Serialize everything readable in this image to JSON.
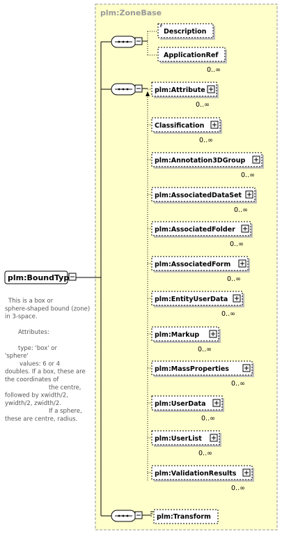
{
  "root": {
    "label": "plm:BoundType"
  },
  "group": {
    "title": "plm:ZoneBase"
  },
  "sequence1": {
    "items": [
      {
        "label": "Description",
        "occurrence": ""
      },
      {
        "label": "ApplicationRef",
        "occurrence": "0..∞"
      }
    ]
  },
  "sequence2": {
    "items": [
      {
        "label": "plm:Attribute",
        "occurrence": "0..∞"
      },
      {
        "label": "Classification",
        "occurrence": "0..∞"
      },
      {
        "label": "plm:Annotation3DGroup",
        "occurrence": "0..∞"
      },
      {
        "label": "plm:AssociatedDataSet",
        "occurrence": "0..∞"
      },
      {
        "label": "plm:AssociatedFolder",
        "occurrence": "0..∞"
      },
      {
        "label": "plm:AssociatedForm",
        "occurrence": "0..∞"
      },
      {
        "label": "plm:EntityUserData",
        "occurrence": "0..∞"
      },
      {
        "label": "plm:Markup",
        "occurrence": "0..∞"
      },
      {
        "label": "plm:MassProperties",
        "occurrence": "0..∞"
      },
      {
        "label": "plm:UserData",
        "occurrence": "0..∞"
      },
      {
        "label": "plm:UserList",
        "occurrence": "0..∞"
      },
      {
        "label": "plm:ValidationResults",
        "occurrence": "0..∞"
      }
    ]
  },
  "transform": {
    "label": "plm:Transform"
  },
  "annotation": {
    "lines": [
      "This is a box or",
      "sphere-shaped bound (zone)",
      "in 3-space.",
      "",
      "Attributes:",
      "",
      "type:          'box' or",
      "'sphere'",
      "values:         6 or 4",
      "doubles. If a box, these are",
      "the coordinates of",
      "the centre,",
      "followed by xwidth/2,",
      "ywidth/2, zwidth/2.",
      "If a sphere,",
      "these are centre, radius."
    ]
  }
}
